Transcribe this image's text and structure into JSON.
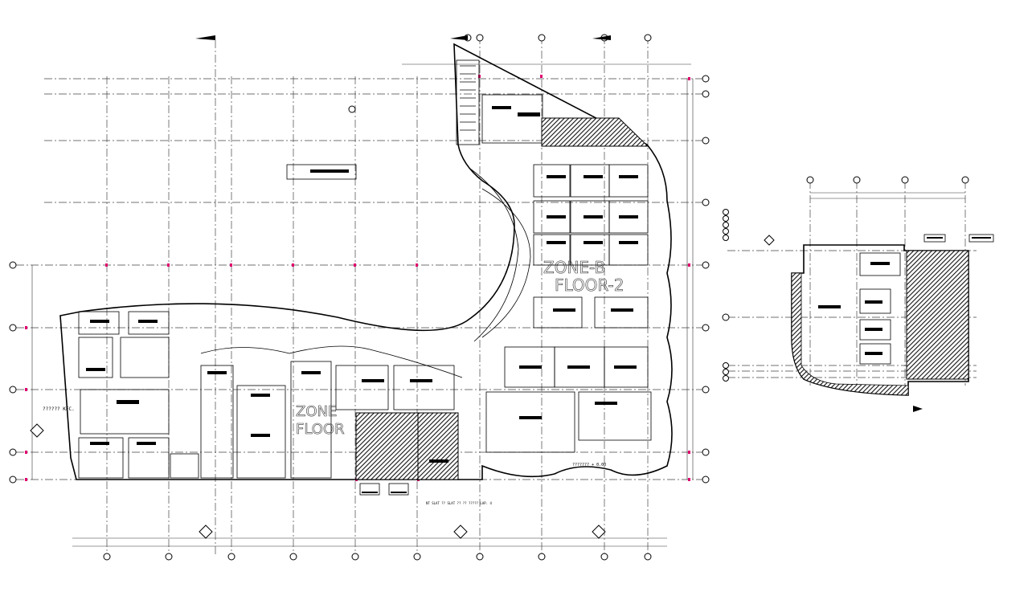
{
  "drawing": {
    "zone_label": "ZONE-B",
    "floor_label": "FLOOR-2",
    "zone_label_secondary": "ZONE",
    "floor_label_secondary": "FLOOR",
    "note_left": "?????? KFC.",
    "level_note": "??????? + 0.00",
    "section_note": "NT  SLAT  ?? SLAT  ?? ?? ????? LAP. 4",
    "colors": {
      "line": "#000000",
      "grid": "#444444",
      "marker": "#e0006f",
      "hatch": "#1a1a1a"
    }
  }
}
